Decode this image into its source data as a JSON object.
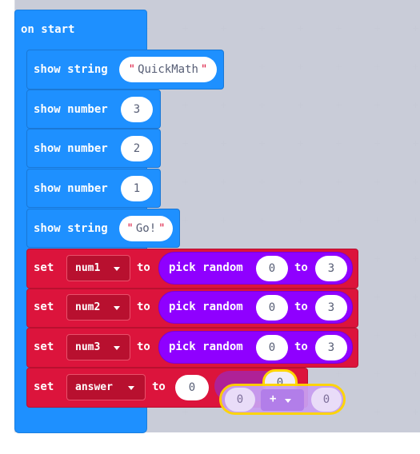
{
  "event": {
    "label": "on start"
  },
  "blocks": {
    "show_string_1": {
      "label": "show string",
      "value": "QuickMath",
      "open_quote": "\"",
      "close_quote": "\""
    },
    "show_number_1": {
      "label": "show number",
      "value": "3"
    },
    "show_number_2": {
      "label": "show number",
      "value": "2"
    },
    "show_number_3": {
      "label": "show number",
      "value": "1"
    },
    "show_string_2": {
      "label": "show string",
      "value": "Go!",
      "open_quote": "\"",
      "close_quote": "\""
    },
    "set_1": {
      "label": "set",
      "variable": "num1",
      "to": "to",
      "fn": "pick random",
      "from_value": "0",
      "to_label": "to",
      "to_value": "3"
    },
    "set_2": {
      "label": "set",
      "variable": "num2",
      "to": "to",
      "fn": "pick random",
      "from_value": "0",
      "to_label": "to",
      "to_value": "3"
    },
    "set_3": {
      "label": "set",
      "variable": "num3",
      "to": "to",
      "fn": "pick random",
      "from_value": "0",
      "to_label": "to",
      "to_value": "3"
    },
    "set_4": {
      "label": "set",
      "variable": "answer",
      "to": "to",
      "value": "0",
      "hidden_value": "0"
    },
    "dragged_op": {
      "left": "0",
      "operator": "+",
      "right": "0"
    }
  },
  "colors": {
    "basic": "#1e90ff",
    "variables": "#dc143c",
    "math": "#8f00ff",
    "highlight": "#ffd500"
  },
  "icons": {
    "dropdown": "caret-down-icon"
  }
}
